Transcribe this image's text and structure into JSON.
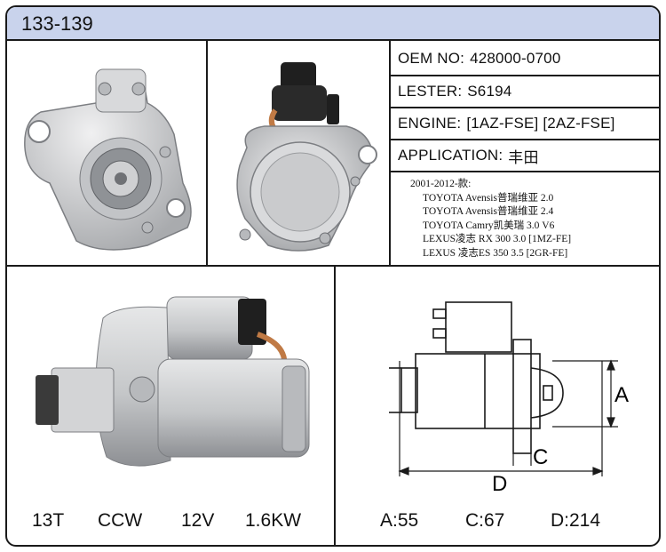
{
  "header": {
    "title": "133-139"
  },
  "specs": {
    "oem": {
      "label": "OEM NO:",
      "value": "428000-0700"
    },
    "lester": {
      "label": "LESTER:",
      "value": "S6194"
    },
    "engine": {
      "label": "ENGINE:",
      "value": "[1AZ-FSE] [2AZ-FSE]"
    },
    "application": {
      "label": "APPLICATION:",
      "value": "丰田"
    }
  },
  "applications": {
    "years": "2001-2012-款:",
    "items": [
      "TOYOTA Avensis普瑞维亚 2.0",
      "TOYOTA Avensis普瑞维亚 2.4",
      "TOYOTA Camry凯美瑞 3.0 V6",
      "LEXUS凌志 RX 300 3.0 [1MZ-FE]",
      "LEXUS 凌志ES 350 3.5 [2GR-FE]"
    ]
  },
  "footer_left": {
    "teeth": "13T",
    "rotation": "CCW",
    "voltage": "12V",
    "power": "1.6KW"
  },
  "footer_right": {
    "a": "A:55",
    "c": "C:67",
    "d": "D:214"
  },
  "diagram": {
    "label_a": "A",
    "label_c": "C",
    "label_d": "D"
  },
  "colors": {
    "header_bg": "#c9d3ec",
    "border": "#1a1a1a",
    "metal": "#c8c9cb",
    "copper": "#c07a45"
  }
}
